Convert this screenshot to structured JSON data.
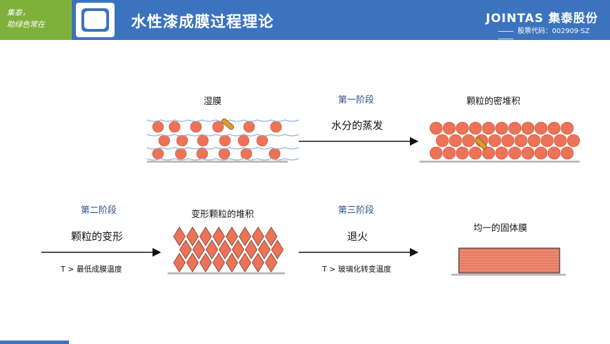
{
  "header": {
    "brand_line1": "集泰，",
    "brand_line2": "助绿色常在",
    "title": "水性漆成膜过程理论",
    "logo_text": "JOINTAS 集泰股份",
    "stock_code": "股票代码：002909·SZ"
  },
  "colors": {
    "header_blue": "#3b73bf",
    "brand_green": "#7fb03c",
    "particle": "#ec7357",
    "particle_border": "#c9533b",
    "water_line": "#8fb3dc",
    "stage_text": "#2a4f86"
  },
  "diagram": {
    "states": {
      "wet_film": "湿膜",
      "close_packing": "颗粒的密堆积",
      "deformed_packing": "变形颗粒的堆积",
      "uniform_film": "均一的固体膜"
    },
    "stages": [
      {
        "name": "第一阶段",
        "process": "水分的蒸发",
        "condition": ""
      },
      {
        "name": "第二阶段",
        "process": "颗粒的变形",
        "condition": "T > 最低成膜温度"
      },
      {
        "name": "第三阶段",
        "process": "退火",
        "condition": "T > 玻璃化转变温度"
      }
    ]
  }
}
